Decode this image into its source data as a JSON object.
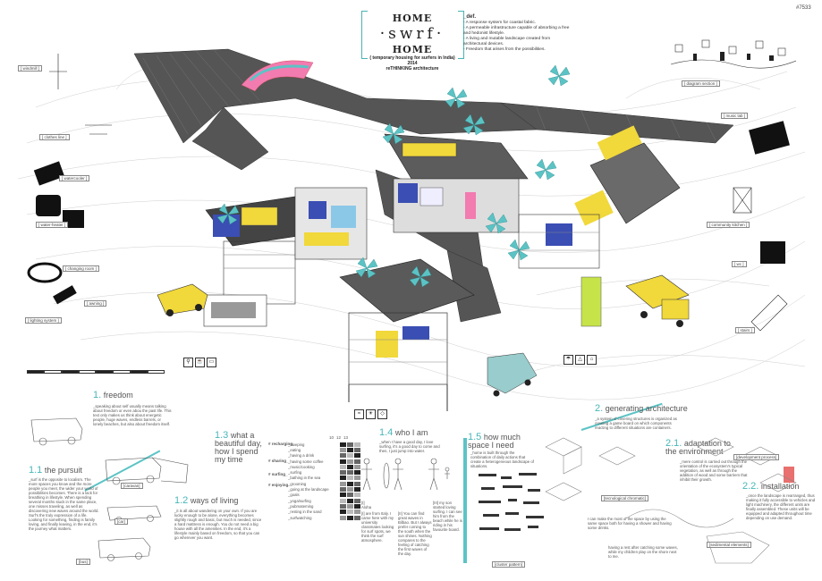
{
  "sheet_number": "#7533",
  "title": {
    "line1": "HOME",
    "swrf": "·swrf·",
    "line2": "HOME",
    "sub1": "( temporary housing for surfers in India)",
    "sub2": "2014",
    "sub3": "reTHINKING architecture"
  },
  "definition": {
    "head": "_def.",
    "items": [
      "- A response system for coastal fabric.",
      "- A permeable infrastructure capable of absorbing a free and hedonist lifestyle.",
      "- A living and mutable landscape created from architectural devices.",
      "- Freedom that arises from the possibilities."
    ]
  },
  "diagram_section_label": "[ diagram section ]",
  "component_labels": {
    "windmill": "[ windmill ]",
    "clothes_line": "[ clothes line ]",
    "watercooler": "[ watercooler ]",
    "water_heater": "[ water-heater ]",
    "changing_room": "[ changing room ]",
    "awning": "[ awning ]",
    "lighting_system": "[ lighting system ]",
    "music_lab": "[ music lab ]",
    "community_kitchen": "[ community kitchen ]",
    "wc": "[ wc ]",
    "stairs": "[ stairs ]"
  },
  "sections": {
    "s1": {
      "num": "1.",
      "title": "freedom",
      "text": "_speaking about self usually means talking about freedom or even abou the past life. This text only makes us think about energetic people, huge waves, endless barrels, or lonely beaches, but also about freedom itself."
    },
    "s11": {
      "num": "1.1",
      "title": "the pursuit",
      "text": "_surf is the opposite to localism. The more spaces you know and the more people you meet, the wider your world of possibilities becomes. There is a lack for breathing in lifestyle. When spending several months stuck in the same place, one misses traveling, as well as discovering new waves around the world. Surf's the truly expression of a life. Looking for something, finding is family loving, and finally leaving, in the end, it's the journey what matters."
    },
    "s12": {
      "num": "1.2",
      "title": "ways of living",
      "text": "_it is all about wandering on your own. If you are lucky enough to be alone, everything becomes slightly rough and basic, but much is needed, since a hard mattress is enough. You do not need a big house with all the amenities. In the end, it's a lifestyle mainly based on freedom, so that you can go wherever you want."
    },
    "s13": {
      "num": "1.3",
      "title": "what a beautiful day, how I spend my time"
    },
    "s14": {
      "num": "1.4",
      "title": "who I am",
      "text": "_when I have a good day, I love surfing, it's a good day to come and then, I just jump into water."
    },
    "s15": {
      "num": "1.5",
      "title": "how much space I need",
      "text": "_home is built through the combination of daily actions that create a heterogeneous landscape of situations."
    },
    "s2": {
      "num": "2.",
      "title": "generating architecture",
      "text": "_a system of covering structures is organized as creating a game board on which components reacting to different situations are containers."
    },
    "s21": {
      "num": "2.1.",
      "title": "adaptation to the environment",
      "text": "_mere control is carried out through the orientation of the ecosystem's typical vegetation, as well as through the addition of wood and some barriers that inhibit their growth."
    },
    "s22": {
      "num": "2.2.",
      "title": "installation",
      "text": "_once the landscape is rearranged, thus making it fully accessible to vehicles and light machinery, the different units are finally assembled. These units will be equipped and adapted throughout time depending on use demand."
    }
  },
  "vehicle_labels": [
    "[caravan]",
    "[car]",
    "[bus]"
  ],
  "activity_tags": [
    "# recharging_",
    "# sharing_",
    "# surfing_",
    "# enjoying"
  ],
  "activities": [
    "_sleeping",
    "_eating",
    "_having a drink",
    "_having some coffee",
    "_music/cooking",
    "_surfing",
    "_bathing in the sea",
    "_grooming",
    "_going at the landscape",
    "_goals",
    "_yoga/surfing",
    "_pubmateming",
    "_resting in the sand",
    "_surfwatching"
  ],
  "hours": [
    "10",
    "12",
    "13"
  ],
  "activity_colors": [
    "#222",
    "#666",
    "#999",
    "#bbb"
  ],
  "quotes": [
    "[I] Aloha",
    "[I] are from Italy. I came here with my university classmates looking for surf spots, we think the surf atmosphere.",
    "[II] You can find great waves in Bilbao. But I always prefer coming to the south when the sun shines. Nothing compares to the feeling of catching the first waves of the day.",
    "[III] my son started loving surfing. I can see him from the beach while he is riding in his favourite board."
  ],
  "cluster_label": "[cluster pattern]",
  "space_texts": [
    "I can make the most of the space by using the same space both for having a shower and having some drinks.",
    "having a rest after catching some waves, while my children play on the shore next to me."
  ],
  "install_labels": [
    "[development process]",
    "[tecnological chromatic]",
    "[sedimental elements]"
  ],
  "accent_color": "#5cc3c5",
  "yellow_color": "#f1d83b",
  "blue_color": "#3a4eb3"
}
